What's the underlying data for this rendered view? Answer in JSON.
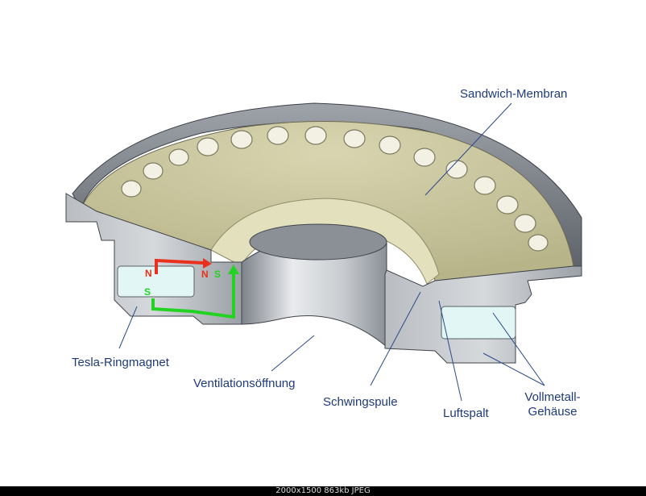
{
  "labels": {
    "membrane": "Sandwich-Membran",
    "magnet": "Tesla-Ringmagnet",
    "vent": "Ventilationsöffnung",
    "coil": "Schwingspule",
    "gap": "Luftspalt",
    "housing_line1": "Vollmetall-",
    "housing_line2": "Gehäuse"
  },
  "poles": {
    "north": "N",
    "south": "S"
  },
  "colors": {
    "label_text": "#1e3a7a",
    "leader_line": "#2a4a8a",
    "north_arrow": "#e8321e",
    "south_arrow": "#22d322",
    "membrane": "#c9c59a",
    "magnet": "#dff6f6",
    "metal": "#a9adb3"
  },
  "statusbar": {
    "text": "2000x1500  863kb  JPEG"
  }
}
